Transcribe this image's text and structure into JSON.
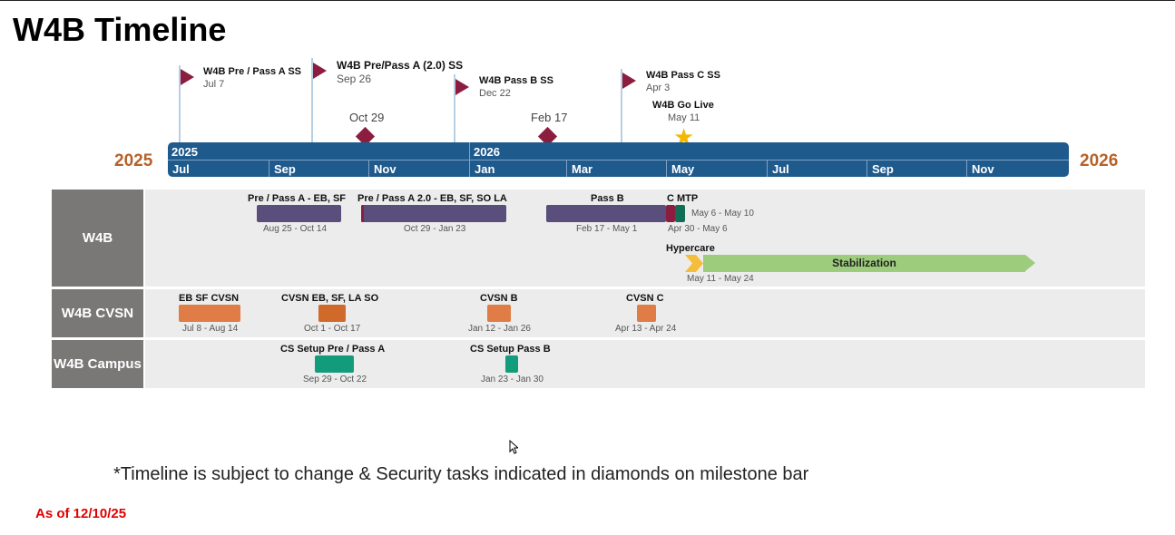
{
  "title": "W4B Timeline",
  "milestones": [
    {
      "name": "W4B Pre / Pass A SS",
      "date": "Jul 7"
    },
    {
      "name": "W4B Pre/Pass A (2.0) SS",
      "date": "Sep 26"
    },
    {
      "name": "W4B Pass B SS",
      "date": "Dec 22"
    },
    {
      "name": "W4B Pass C SS",
      "date": "Apr 3"
    }
  ],
  "security_diamonds": [
    {
      "date": "Oct 29"
    },
    {
      "date": "Feb 17"
    }
  ],
  "go_live": {
    "name": "W4B Go Live",
    "date": "May 11",
    "icon": "star-icon",
    "color": "#f5b800"
  },
  "timeline_bar": {
    "year_start": "2025",
    "year_end": "2026",
    "year_2025_tick": "2025",
    "year_2026_tick": "2026",
    "months": [
      "Jul",
      "Sep",
      "Nov",
      "Jan",
      "Mar",
      "May",
      "Jul",
      "Sep",
      "Nov"
    ],
    "color": "#1f5a8c"
  },
  "lanes": {
    "w4b": {
      "label": "W4B",
      "tasks": [
        {
          "name": "Pre / Pass A - EB, SF",
          "dates": "Aug 25 - Oct 14",
          "color": "#5a4f7c"
        },
        {
          "name": "Pre / Pass A 2.0 - EB, SF, SO LA",
          "dates": "Oct 29 - Jan 23",
          "color": "#5a4f7c"
        },
        {
          "name": "Pass B",
          "dates": "Feb 17 - May 1",
          "color": "#5a4f7c"
        },
        {
          "name": "C",
          "dates": "Apr 30 - May 6",
          "color": "#8b1e3f"
        },
        {
          "name": "MTP",
          "dates": "May 6 - May 10",
          "color": "#0f6e55"
        },
        {
          "name": "Hypercare",
          "dates": "May 11 - May 24",
          "color": "#f4bd3a"
        },
        {
          "name": "Stabilization",
          "color": "#9ccc7c"
        }
      ]
    },
    "cvsn": {
      "label": "W4B CVSN",
      "tasks": [
        {
          "name": "EB SF CVSN",
          "dates": "Jul 8 - Aug 14",
          "color": "#e07c45"
        },
        {
          "name": "CVSN EB, SF, LA SO",
          "dates": "Oct 1 - Oct 17",
          "color": "#d06a2a"
        },
        {
          "name": "CVSN B",
          "dates": "Jan 12 - Jan 26",
          "color": "#e07c45"
        },
        {
          "name": "CVSN C",
          "dates": "Apr 13 - Apr 24",
          "color": "#e07c45"
        }
      ]
    },
    "campus": {
      "label": "W4B Campus",
      "tasks": [
        {
          "name": "CS Setup Pre / Pass A",
          "dates": "Sep 29 - Oct 22",
          "color": "#139c7c"
        },
        {
          "name": "CS Setup Pass B",
          "dates": "Jan 23 - Jan 30",
          "color": "#139c7c"
        }
      ]
    }
  },
  "footnote": "*Timeline is subject to change & Security tasks indicated in diamonds on milestone bar",
  "as_of": "As of 12/10/25"
}
